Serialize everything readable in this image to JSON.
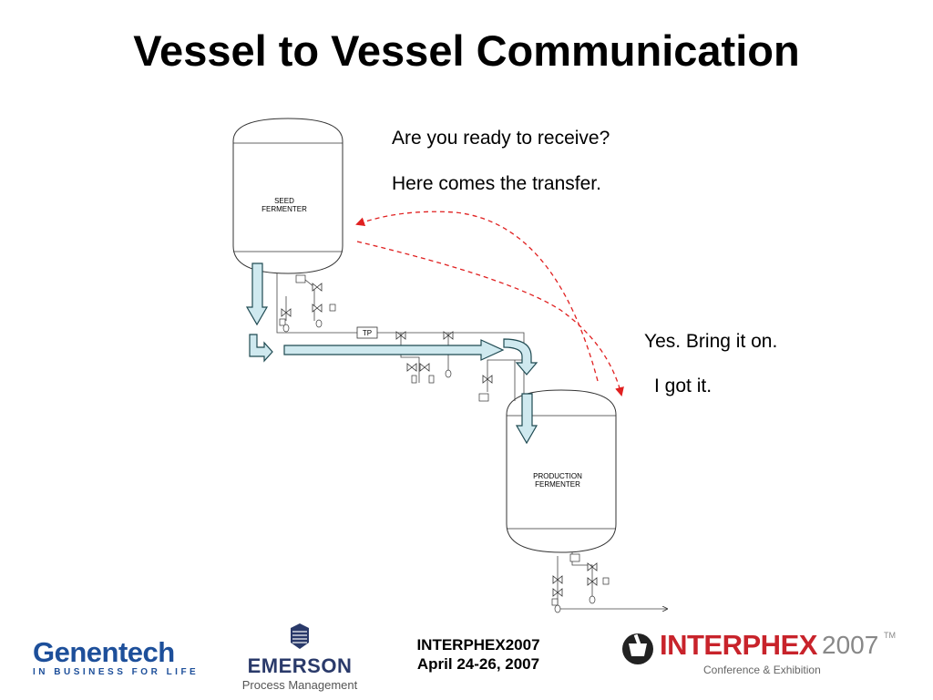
{
  "title": "Vessel to Vessel Communication",
  "messages": {
    "ready": "Are you ready to receive?",
    "transfer": "Here comes the transfer.",
    "bring": "Yes. Bring it on.",
    "got": "I got it."
  },
  "vessels": {
    "seed": [
      "SEED",
      "FERMENTER"
    ],
    "production": [
      "PRODUCTION",
      "FERMENTER"
    ]
  },
  "tp_label": "TP",
  "footer": {
    "event_line1": "INTERPHEX2007",
    "event_line2": "April 24-26, 2007",
    "genentech_name": "Genentech",
    "genentech_tagline": "IN BUSINESS FOR LIFE",
    "emerson_name": "EMERSON",
    "emerson_sub": "Process Management",
    "interphex_name": "INTERPHEX",
    "interphex_year": "2007",
    "interphex_tm": "TM",
    "interphex_sub": "Conference & Exhibition"
  },
  "colors": {
    "arrow_fill": "#cfe9ef",
    "arrow_stroke": "#1f4a52",
    "dashed_red": "#e02020",
    "genentech_blue": "#1d4f9a",
    "interphex_red": "#c8232b"
  }
}
